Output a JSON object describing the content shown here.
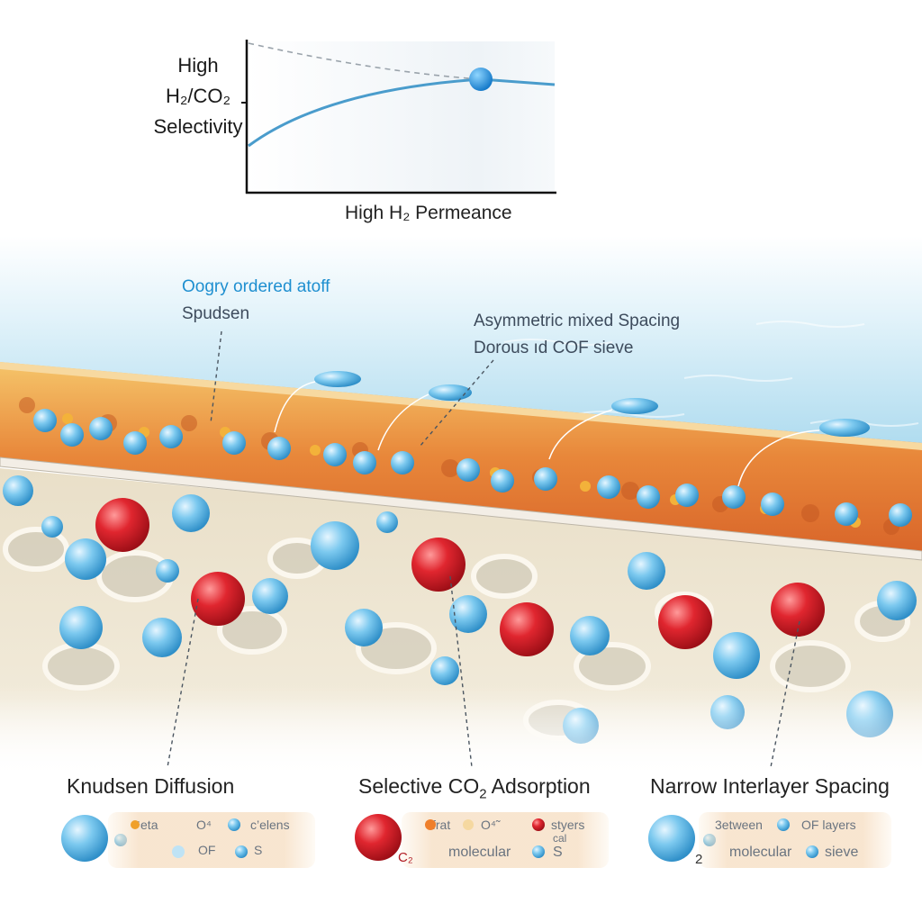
{
  "chart": {
    "ylabel_lines": [
      "High",
      "H₂/CO₂",
      "Selectivity"
    ],
    "xlabel": "High H₂ Permeance"
  },
  "callouts": {
    "left_line1": "Oogry ordered atoff",
    "left_line2": "Spudsen",
    "right_line1": "Asymmetric mixed Spacing",
    "right_line2": "Dorous ıd COF sieve"
  },
  "sections": [
    {
      "title": "Knudsen Diffusion",
      "row1": [
        "⁴eta",
        "O⁴",
        "c’elens"
      ],
      "row2": [
        "OF",
        "S"
      ],
      "subscript": ""
    },
    {
      "title_main": "Selective CO",
      "title_sub": "2",
      "title_tail": " Adsorption",
      "row1": [
        "frat",
        "O⁴̃",
        "styers"
      ],
      "row1_extra": "cal",
      "row2": [
        "molecular",
        "S"
      ],
      "subscript": "C₂"
    },
    {
      "title": "Narrow Interlayer Spacing",
      "row1": [
        "3etween",
        "OF layers"
      ],
      "row2": [
        "molecular",
        "sieve"
      ],
      "subscript": "2"
    }
  ],
  "colors": {
    "h2_blue": "#5bb8e6",
    "co2_red": "#d4202c",
    "cof_orange": "#e07a2a",
    "support_cream": "#efe6d2",
    "water_blue": "#bfe3f2"
  }
}
